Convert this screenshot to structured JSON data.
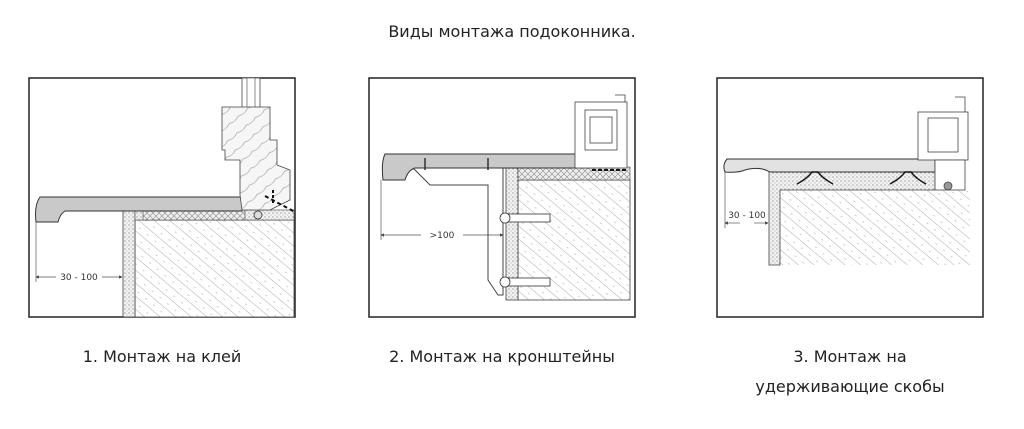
{
  "title": "Виды монтажа подоконника.",
  "panels": [
    {
      "caption": "1. Монтаж на клей",
      "dimension": "30 - 100"
    },
    {
      "caption": "2. Монтаж на кронштейны",
      "dimension": ">100"
    },
    {
      "caption_line1": "3. Монтаж на",
      "caption_line2": "удерживающие скобы",
      "dimension": "30 - 100"
    }
  ],
  "colors": {
    "sill": "#c9c9c9",
    "frame": "#222222",
    "line": "#555555"
  }
}
